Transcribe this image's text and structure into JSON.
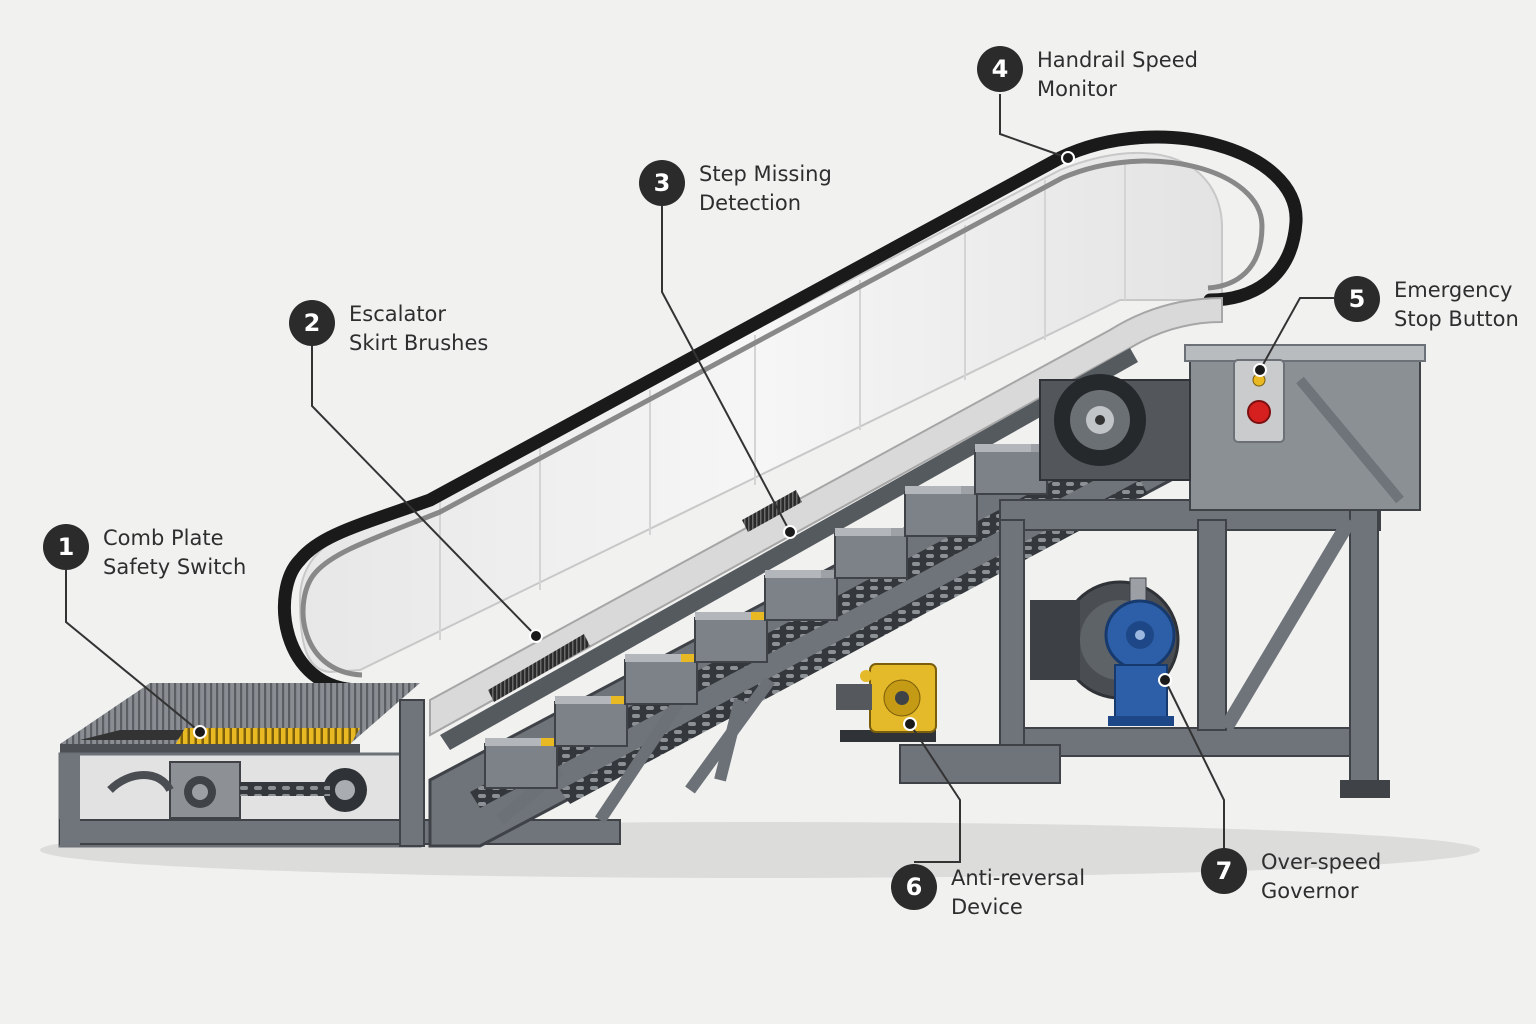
{
  "callouts": [
    {
      "number": "1",
      "lines": [
        "Comb Plate",
        "Safety Switch"
      ]
    },
    {
      "number": "2",
      "lines": [
        "Escalator",
        "Skirt Brushes"
      ]
    },
    {
      "number": "3",
      "lines": [
        "Step Missing",
        "Detection"
      ]
    },
    {
      "number": "4",
      "lines": [
        "Handrail Speed",
        "Monitor"
      ]
    },
    {
      "number": "5",
      "lines": [
        "Emergency",
        "Stop Button"
      ]
    },
    {
      "number": "6",
      "lines": [
        "Anti-reversal",
        "Device"
      ]
    },
    {
      "number": "7",
      "lines": [
        "Over-speed",
        "Governor"
      ]
    }
  ],
  "colors": {
    "background": "#f1f1f0",
    "steel": "#70757b",
    "steel_dark": "#3f4348",
    "handrail": "#1a1a1a",
    "glass": "#eeeeee",
    "comb_yellow": "#e8b923",
    "governor_blue": "#2d5fa8",
    "anti_reversal_yellow": "#e4b92a",
    "stop_button_red": "#d62020",
    "badge": "#2b2b2b",
    "leader_line": "#333333"
  }
}
